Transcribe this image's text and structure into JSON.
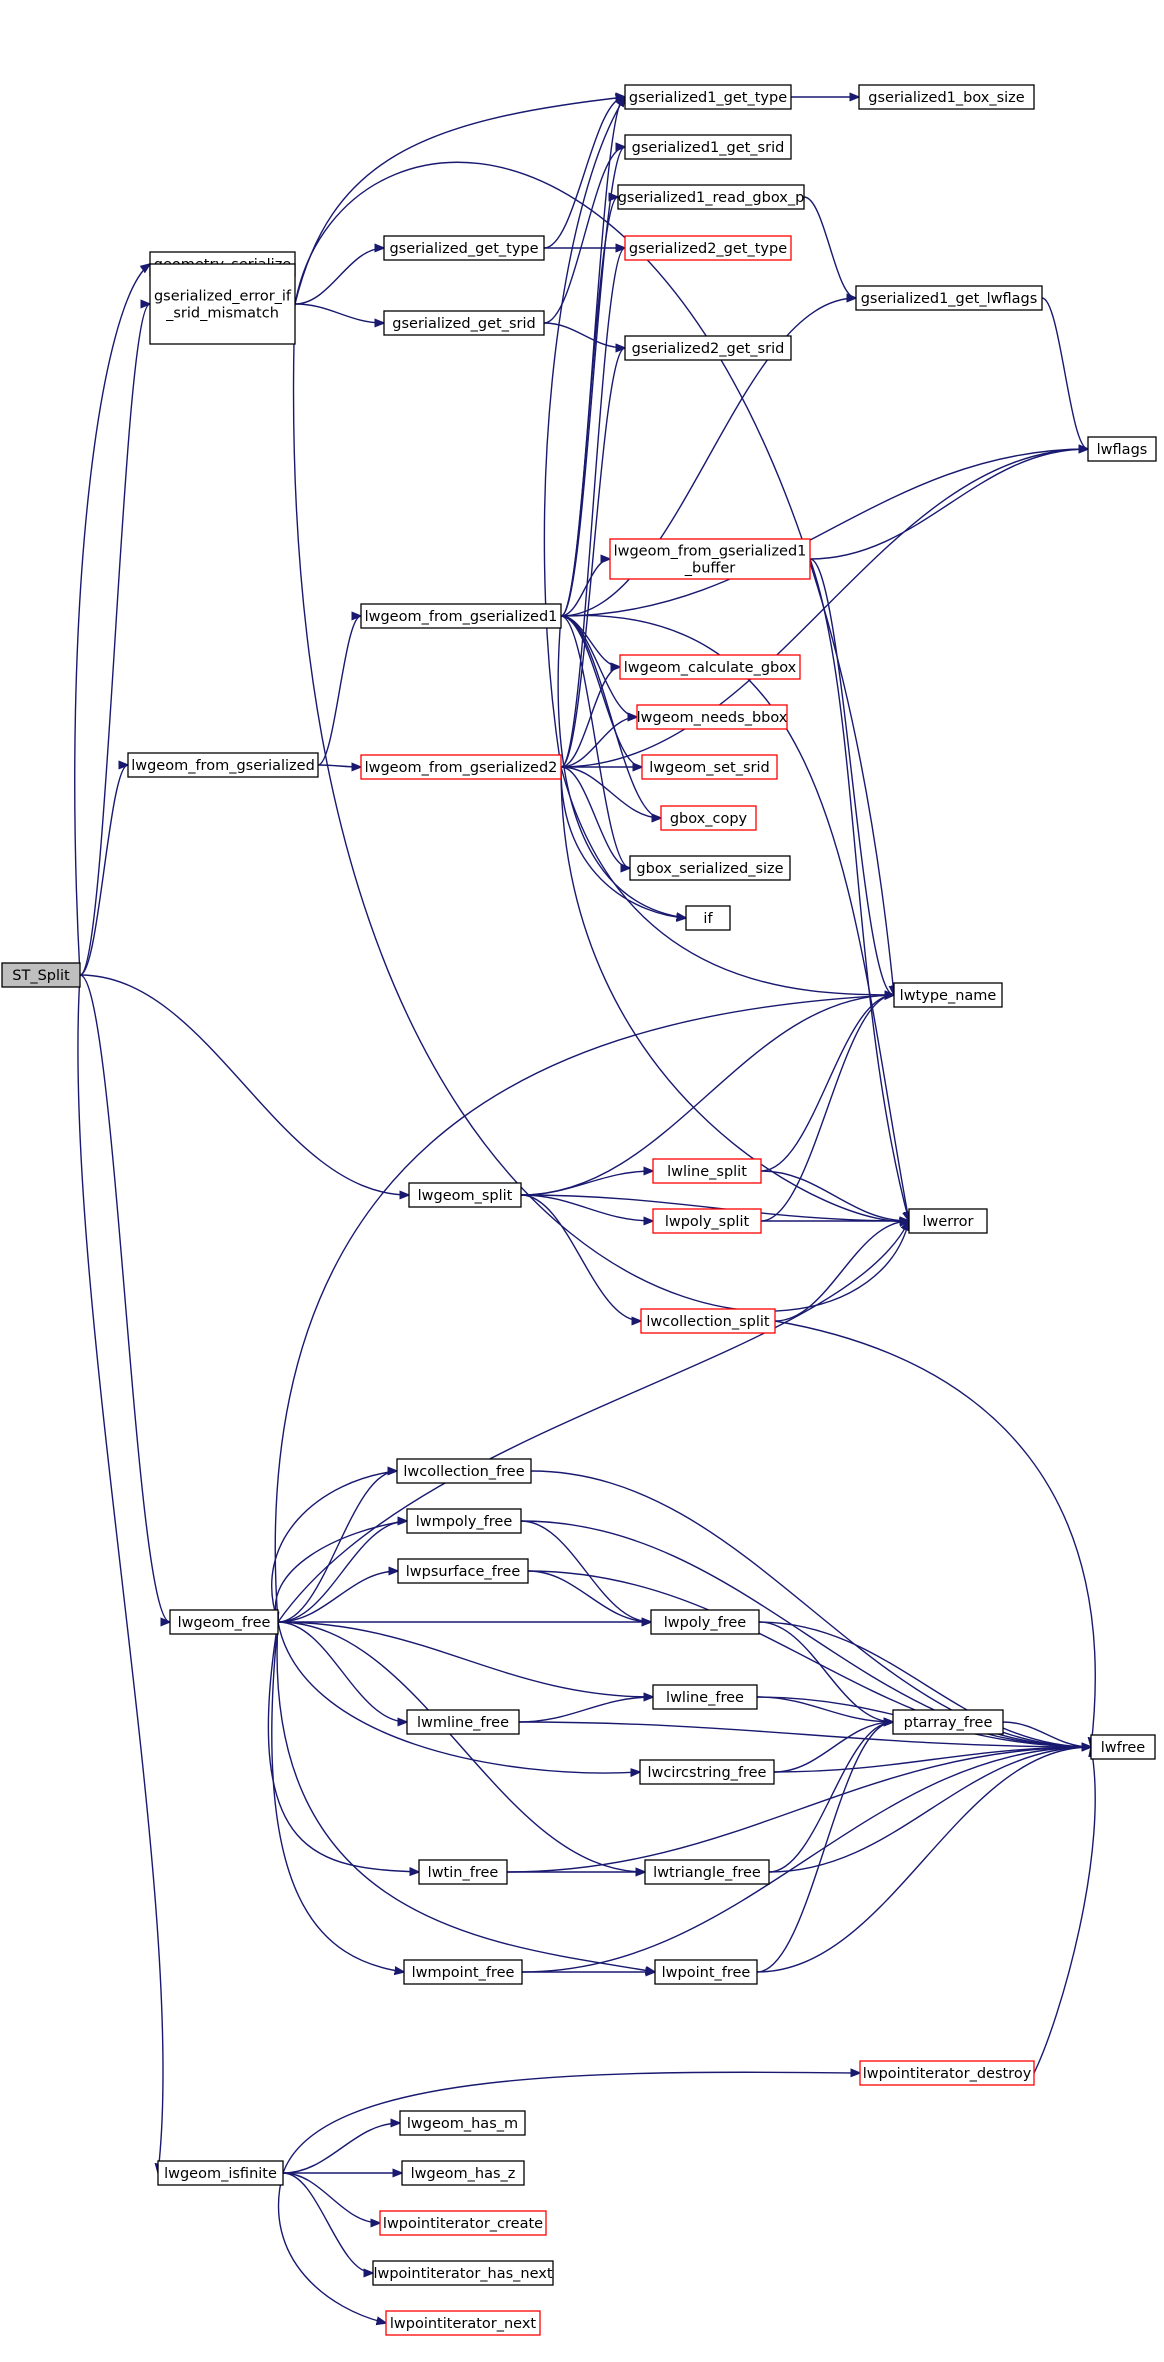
{
  "colors": {
    "edge": "#191970",
    "normal_border": "#000000",
    "truncated_border": "#ff0000",
    "root_fill": "#bfbfbf",
    "node_fill": "#ffffff"
  },
  "nodes": {
    "st_split": {
      "label": "ST_Split",
      "style": "root"
    },
    "geometry_serialize": {
      "label": "geometry_serialize",
      "style": "normal"
    },
    "gserialized_error_if_srid_mismatch": {
      "label": [
        "gserialized_error_if",
        "_srid_mismatch"
      ],
      "style": "normal"
    },
    "gserialized_get_type": {
      "label": "gserialized_get_type",
      "style": "normal"
    },
    "gserialized_get_srid": {
      "label": "gserialized_get_srid",
      "style": "normal"
    },
    "gserialized1_get_type": {
      "label": "gserialized1_get_type",
      "style": "normal"
    },
    "gserialized1_get_srid": {
      "label": "gserialized1_get_srid",
      "style": "normal"
    },
    "gserialized1_read_gbox_p": {
      "label": "gserialized1_read_gbox_p",
      "style": "normal"
    },
    "gserialized2_get_type": {
      "label": "gserialized2_get_type",
      "style": "truncated"
    },
    "gserialized2_get_srid": {
      "label": "gserialized2_get_srid",
      "style": "normal"
    },
    "gserialized1_box_size": {
      "label": "gserialized1_box_size",
      "style": "normal"
    },
    "gserialized1_get_lwflags": {
      "label": "gserialized1_get_lwflags",
      "style": "normal"
    },
    "lwflags": {
      "label": "lwflags",
      "style": "normal"
    },
    "lwgeom_from_gserialized": {
      "label": "lwgeom_from_gserialized",
      "style": "normal"
    },
    "lwgeom_from_gserialized1": {
      "label": "lwgeom_from_gserialized1",
      "style": "normal"
    },
    "lwgeom_from_gserialized2": {
      "label": "lwgeom_from_gserialized2",
      "style": "truncated"
    },
    "lwgeom_from_gserialized1_buffer": {
      "label": [
        "lwgeom_from_gserialized1",
        "_buffer"
      ],
      "style": "truncated"
    },
    "lwgeom_calculate_gbox": {
      "label": "lwgeom_calculate_gbox",
      "style": "truncated"
    },
    "lwgeom_needs_bbox": {
      "label": "lwgeom_needs_bbox",
      "style": "truncated"
    },
    "lwgeom_set_srid": {
      "label": "lwgeom_set_srid",
      "style": "truncated"
    },
    "gbox_copy": {
      "label": "gbox_copy",
      "style": "truncated"
    },
    "gbox_serialized_size": {
      "label": "gbox_serialized_size",
      "style": "normal"
    },
    "if": {
      "label": "if",
      "style": "normal"
    },
    "lwtype_name": {
      "label": "lwtype_name",
      "style": "normal"
    },
    "lwgeom_split": {
      "label": "lwgeom_split",
      "style": "normal"
    },
    "lwline_split": {
      "label": "lwline_split",
      "style": "truncated"
    },
    "lwpoly_split": {
      "label": "lwpoly_split",
      "style": "truncated"
    },
    "lwcollection_split": {
      "label": "lwcollection_split",
      "style": "truncated"
    },
    "lwerror": {
      "label": "lwerror",
      "style": "normal"
    },
    "lwgeom_free": {
      "label": "lwgeom_free",
      "style": "normal"
    },
    "lwcollection_free": {
      "label": "lwcollection_free",
      "style": "normal"
    },
    "lwmpoly_free": {
      "label": "lwmpoly_free",
      "style": "normal"
    },
    "lwpsurface_free": {
      "label": "lwpsurface_free",
      "style": "normal"
    },
    "lwpoly_free": {
      "label": "lwpoly_free",
      "style": "normal"
    },
    "lwline_free": {
      "label": "lwline_free",
      "style": "normal"
    },
    "lwmline_free": {
      "label": "lwmline_free",
      "style": "normal"
    },
    "lwcircstring_free": {
      "label": "lwcircstring_free",
      "style": "normal"
    },
    "ptarray_free": {
      "label": "ptarray_free",
      "style": "normal"
    },
    "lwfree": {
      "label": "lwfree",
      "style": "normal"
    },
    "lwtin_free": {
      "label": "lwtin_free",
      "style": "normal"
    },
    "lwtriangle_free": {
      "label": "lwtriangle_free",
      "style": "normal"
    },
    "lwmpoint_free": {
      "label": "lwmpoint_free",
      "style": "normal"
    },
    "lwpoint_free": {
      "label": "lwpoint_free",
      "style": "normal"
    },
    "lwpointiterator_destroy": {
      "label": "lwpointiterator_destroy",
      "style": "truncated"
    },
    "lwgeom_isfinite": {
      "label": "lwgeom_isfinite",
      "style": "normal"
    },
    "lwgeom_has_m": {
      "label": "lwgeom_has_m",
      "style": "normal"
    },
    "lwgeom_has_z": {
      "label": "lwgeom_has_z",
      "style": "normal"
    },
    "lwpointiterator_create": {
      "label": "lwpointiterator_create",
      "style": "truncated"
    },
    "lwpointiterator_has_next": {
      "label": "lwpointiterator_has_next",
      "style": "normal"
    },
    "lwpointiterator_next": {
      "label": "lwpointiterator_next",
      "style": "truncated"
    }
  },
  "edges": [
    [
      "st_split",
      "geometry_serialize"
    ],
    [
      "st_split",
      "gserialized_error_if_srid_mismatch"
    ],
    [
      "st_split",
      "lwgeom_from_gserialized"
    ],
    [
      "st_split",
      "lwgeom_split"
    ],
    [
      "st_split",
      "lwgeom_free"
    ],
    [
      "st_split",
      "lwgeom_isfinite"
    ],
    [
      "gserialized_error_if_srid_mismatch",
      "gserialized_get_type"
    ],
    [
      "gserialized_error_if_srid_mismatch",
      "gserialized_get_srid"
    ],
    [
      "gserialized_error_if_srid_mismatch",
      "gserialized1_get_type"
    ],
    [
      "gserialized_error_if_srid_mismatch",
      "lwtype_name"
    ],
    [
      "gserialized_error_if_srid_mismatch",
      "lwerror"
    ],
    [
      "gserialized_get_type",
      "gserialized1_get_type"
    ],
    [
      "gserialized_get_type",
      "gserialized2_get_type"
    ],
    [
      "gserialized_get_srid",
      "gserialized1_get_srid"
    ],
    [
      "gserialized_get_srid",
      "gserialized2_get_srid"
    ],
    [
      "gserialized1_get_type",
      "gserialized1_box_size"
    ],
    [
      "gserialized1_read_gbox_p",
      "gserialized1_get_lwflags"
    ],
    [
      "gserialized1_get_lwflags",
      "lwflags"
    ],
    [
      "lwgeom_from_gserialized",
      "lwgeom_from_gserialized1"
    ],
    [
      "lwgeom_from_gserialized",
      "lwgeom_from_gserialized2"
    ],
    [
      "lwgeom_from_gserialized1",
      "gserialized1_get_type"
    ],
    [
      "lwgeom_from_gserialized1",
      "gserialized1_get_srid"
    ],
    [
      "lwgeom_from_gserialized1",
      "gserialized1_read_gbox_p"
    ],
    [
      "lwgeom_from_gserialized1",
      "gserialized1_get_lwflags"
    ],
    [
      "lwgeom_from_gserialized1",
      "lwflags"
    ],
    [
      "lwgeom_from_gserialized1",
      "lwgeom_from_gserialized1_buffer"
    ],
    [
      "lwgeom_from_gserialized1",
      "lwgeom_calculate_gbox"
    ],
    [
      "lwgeom_from_gserialized1",
      "lwgeom_needs_bbox"
    ],
    [
      "lwgeom_from_gserialized1",
      "lwgeom_set_srid"
    ],
    [
      "lwgeom_from_gserialized1",
      "gbox_copy"
    ],
    [
      "lwgeom_from_gserialized1",
      "gbox_serialized_size"
    ],
    [
      "lwgeom_from_gserialized1",
      "if"
    ],
    [
      "lwgeom_from_gserialized1",
      "lwerror"
    ],
    [
      "lwgeom_from_gserialized2",
      "gserialized2_get_type"
    ],
    [
      "lwgeom_from_gserialized2",
      "gserialized2_get_srid"
    ],
    [
      "lwgeom_from_gserialized2",
      "gserialized1_get_type"
    ],
    [
      "lwgeom_from_gserialized2",
      "lwflags"
    ],
    [
      "lwgeom_from_gserialized2",
      "lwgeom_calculate_gbox"
    ],
    [
      "lwgeom_from_gserialized2",
      "lwgeom_needs_bbox"
    ],
    [
      "lwgeom_from_gserialized2",
      "lwgeom_set_srid"
    ],
    [
      "lwgeom_from_gserialized2",
      "gbox_copy"
    ],
    [
      "lwgeom_from_gserialized2",
      "gbox_serialized_size"
    ],
    [
      "lwgeom_from_gserialized2",
      "if"
    ],
    [
      "lwgeom_from_gserialized2",
      "lwtype_name"
    ],
    [
      "lwgeom_from_gserialized2",
      "lwerror"
    ],
    [
      "lwgeom_from_gserialized1_buffer",
      "lwflags"
    ],
    [
      "lwgeom_from_gserialized1_buffer",
      "lwtype_name"
    ],
    [
      "lwgeom_from_gserialized1_buffer",
      "lwerror"
    ],
    [
      "lwgeom_split",
      "lwline_split"
    ],
    [
      "lwgeom_split",
      "lwpoly_split"
    ],
    [
      "lwgeom_split",
      "lwcollection_split"
    ],
    [
      "lwgeom_split",
      "lwtype_name"
    ],
    [
      "lwgeom_split",
      "lwerror"
    ],
    [
      "lwline_split",
      "lwtype_name"
    ],
    [
      "lwline_split",
      "lwerror"
    ],
    [
      "lwpoly_split",
      "lwtype_name"
    ],
    [
      "lwpoly_split",
      "lwerror"
    ],
    [
      "lwcollection_split",
      "lwerror"
    ],
    [
      "lwcollection_split",
      "lwfree"
    ],
    [
      "lwgeom_free",
      "lwtype_name"
    ],
    [
      "lwgeom_free",
      "lwerror"
    ],
    [
      "lwgeom_free",
      "lwcollection_free"
    ],
    [
      "lwgeom_free",
      "lwmpoly_free"
    ],
    [
      "lwgeom_free",
      "lwpsurface_free"
    ],
    [
      "lwgeom_free",
      "lwpoly_free"
    ],
    [
      "lwgeom_free",
      "lwline_free"
    ],
    [
      "lwgeom_free",
      "lwmline_free"
    ],
    [
      "lwgeom_free",
      "lwcircstring_free"
    ],
    [
      "lwgeom_free",
      "lwtin_free"
    ],
    [
      "lwgeom_free",
      "lwtriangle_free"
    ],
    [
      "lwgeom_free",
      "lwmpoint_free"
    ],
    [
      "lwgeom_free",
      "lwpoint_free"
    ],
    [
      "lwcollection_free",
      "lwgeom_free"
    ],
    [
      "lwcollection_free",
      "lwfree"
    ],
    [
      "lwmpoly_free",
      "lwgeom_free"
    ],
    [
      "lwmpoly_free",
      "lwpoly_free"
    ],
    [
      "lwmpoly_free",
      "lwfree"
    ],
    [
      "lwpsurface_free",
      "lwpoly_free"
    ],
    [
      "lwpsurface_free",
      "lwfree"
    ],
    [
      "lwpoly_free",
      "ptarray_free"
    ],
    [
      "lwpoly_free",
      "lwfree"
    ],
    [
      "lwline_free",
      "ptarray_free"
    ],
    [
      "lwline_free",
      "lwfree"
    ],
    [
      "lwmline_free",
      "lwline_free"
    ],
    [
      "lwmline_free",
      "lwfree"
    ],
    [
      "lwcircstring_free",
      "ptarray_free"
    ],
    [
      "lwcircstring_free",
      "lwfree"
    ],
    [
      "ptarray_free",
      "lwfree"
    ],
    [
      "lwtin_free",
      "lwtriangle_free"
    ],
    [
      "lwtin_free",
      "lwfree"
    ],
    [
      "lwtriangle_free",
      "ptarray_free"
    ],
    [
      "lwtriangle_free",
      "lwfree"
    ],
    [
      "lwmpoint_free",
      "lwpoint_free"
    ],
    [
      "lwmpoint_free",
      "lwfree"
    ],
    [
      "lwpoint_free",
      "ptarray_free"
    ],
    [
      "lwpoint_free",
      "lwfree"
    ],
    [
      "lwgeom_isfinite",
      "lwpointiterator_destroy"
    ],
    [
      "lwgeom_isfinite",
      "lwgeom_has_m"
    ],
    [
      "lwgeom_isfinite",
      "lwgeom_has_z"
    ],
    [
      "lwgeom_isfinite",
      "lwpointiterator_create"
    ],
    [
      "lwgeom_isfinite",
      "lwpointiterator_has_next"
    ],
    [
      "lwgeom_isfinite",
      "lwpointiterator_next"
    ],
    [
      "lwpointiterator_destroy",
      "lwfree"
    ]
  ]
}
